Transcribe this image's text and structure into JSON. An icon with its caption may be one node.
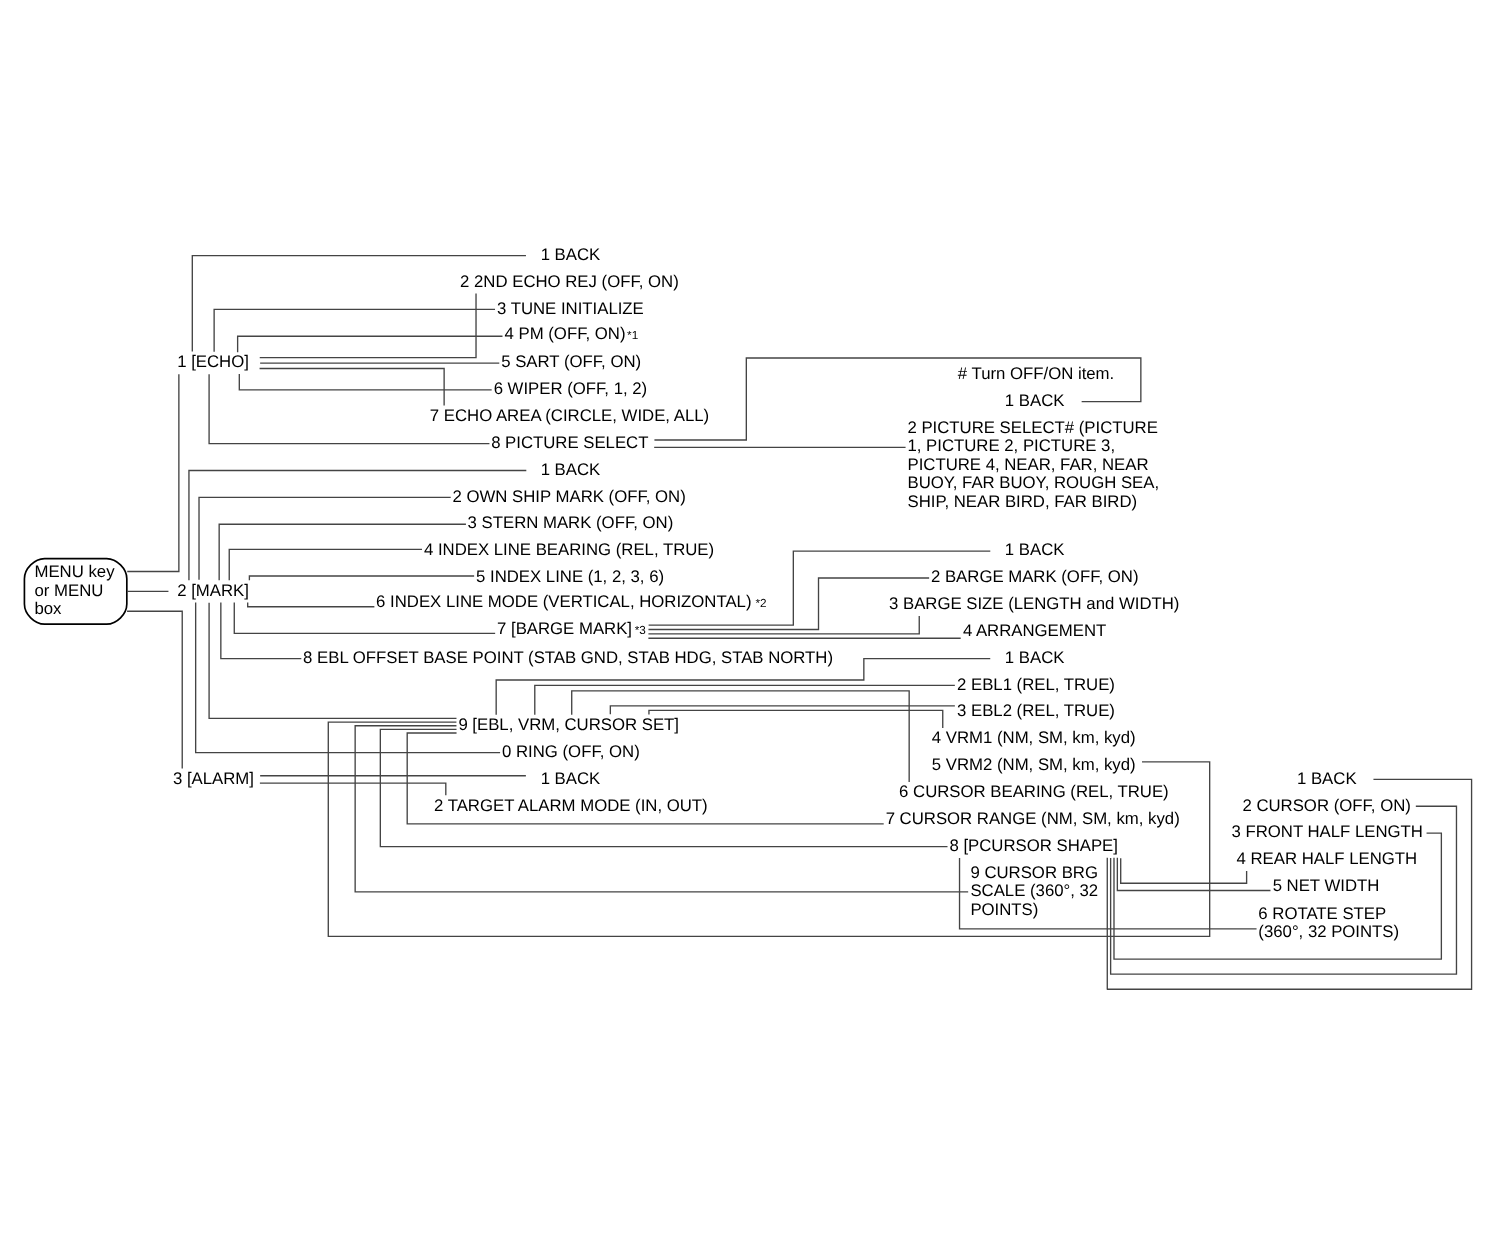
{
  "diagram": {
    "nodes": [
      {
        "text": [
          "MENU key or MENU box"
        ]
      },
      {
        "text": [
          "1 [ECHO]"
        ]
      },
      {
        "text": [
          "2 [MARK]"
        ]
      },
      {
        "text": [
          "3 [ALARM]"
        ]
      },
      {
        "text": [
          "1 BACK"
        ]
      },
      {
        "text": [
          "2 2ND ECHO REJ (OFF, ON)"
        ]
      },
      {
        "text": [
          "3 TUNE INITIALIZE"
        ]
      },
      {
        "text": [
          "4 PM (OFF, ON)$^{*1}$"
        ]
      },
      {
        "text": [
          "5 SART (OFF, ON)"
        ]
      },
      {
        "text": [
          "6 WIPER (OFF, 1, 2)"
        ]
      },
      {
        "text": [
          "7 ECHO AREA (CIRCLE, WIDE, ALL)"
        ]
      },
      {
        "text": [
          "8 PICTURE SELECT"
        ]
      },
      {
        "text": [
          "1 BACK"
        ]
      },
      {
        "text": [
          "2 PICTURE SELECT# (PICTURE 1, PICTURE 2, PICTURE 3, PICTURE 4, NEAR, FAR, NEAR BUOY, FAR BUOY, ROUGH SEA, SHIP, NEAR BIRD, FAR BIRD)"
        ]
      },
      {
        "text": [
          "1 BACK"
        ]
      },
      {
        "text": [
          "2 OWN SHIP MARK (OFF, ON)"
        ]
      },
      {
        "text": [
          "3 STERN MARK (OFF, ON)"
        ]
      },
      {
        "text": [
          "4 INDEX LINE BEARING (REL, TRUE)"
        ]
      },
      {
        "text": [
          "5 INDEX LINE (1, 2, 3, 6)"
        ]
      },
      {
        "text": [
          "6 INDEX LINE MODE (VERTICAL, HORIZONTAL)$^{*2}$"
        ]
      },
      {
        "text": [
          "7 [BARGE MARK]$^{*3}$"
        ]
      },
      {
        "text": [
          "8 EBL OFFSET BASE POINT (STAB GND, STAB HDG, STAB NORTH)"
        ]
      },
      {
        "text": [
          "9 [EBL, VRM, CURSOR SET]"
        ]
      },
      {
        "text": [
          "0 RING (OFF, ON)"
        ]
      },
      {
        "text": [
          "1 BACK"
        ]
      },
      {
        "text": [
          "2 BARGE MARK (OFF, ON)"
        ]
      },
      {
        "text": [
          "3 BARGE SIZE (LENGTH and WIDTH)"
        ]
      },
      {
        "text": [
          "4 ARRANGEMENT"
        ]
      },
      {
        "text": [
          "1 BACK"
        ]
      },
      {
        "text": [
          "2 EBL1 (REL, TRUE)"
        ]
      },
      {
        "text": [
          "3 EBL2 (REL, TRUE)"
        ]
      },
      {
        "text": [
          "4 VRM1 (NM, SM, km, kyd)"
        ]
      },
      {
        "text": [
          "5 VRM2 (NM, SM, km, kyd)"
        ]
      },
      {
        "text": [
          "6 CURSOR BEARING (REL, TRUE)"
        ]
      },
      {
        "text": [
          "7 CURSOR RANGE (NM, SM, km, kyd)"
        ]
      },
      {
        "text": [
          "8 [PCURSOR SHAPE]"
        ]
      },
      {
        "text": [
          "9 CURSOR BRG SCALE (360°, 32 POINTS)"
        ]
      },
      {
        "text": [
          "1 BACK"
        ]
      },
      {
        "text": [
          "2 CURSOR (OFF, ON)"
        ]
      },
      {
        "text": [
          "3 FRONT HALF LENGTH"
        ]
      },
      {
        "text": [
          "4 REAR HALF LENGTH"
        ]
      },
      {
        "text": [
          "5 NET WIDTH"
        ]
      },
      {
        "text": [
          "6 ROTATE STEP (360°, 32 POINTS)"
        ]
      },
      {
        "text": [
          "1 BACK"
        ]
      },
      {
        "text": [
          "2 TARGET ALARM MODE (IN, OUT)"
        ]
      }
    ],
    "edges": [
      {
        "from": 0,
        "to": 1,
        "arrow": "none"
      },
      {
        "from": 0,
        "to": 2,
        "arrow": "none"
      },
      {
        "from": 0,
        "to": 3,
        "arrow": "none"
      },
      {
        "from": 1,
        "to": 4,
        "arrow": "none"
      },
      {
        "from": 1,
        "to": 5,
        "arrow": "none"
      },
      {
        "from": 1,
        "to": 6,
        "arrow": "none"
      },
      {
        "from": 1,
        "to": 7,
        "arrow": "none"
      },
      {
        "from": 1,
        "to": 8,
        "arrow": "none"
      },
      {
        "from": 1,
        "to": 9,
        "arrow": "none"
      },
      {
        "from": 1,
        "to": 10,
        "arrow": "none"
      },
      {
        "from": 1,
        "to": 11,
        "arrow": "none"
      },
      {
        "from": 11,
        "to": 12,
        "arrow": "none"
      },
      {
        "from": 11,
        "to": 13,
        "arrow": "none"
      },
      {
        "from": 2,
        "to": 14,
        "arrow": "none"
      },
      {
        "from": 2,
        "to": 15,
        "arrow": "none"
      },
      {
        "from": 2,
        "to": 16,
        "arrow": "none"
      },
      {
        "from": 2,
        "to": 17,
        "arrow": "none"
      },
      {
        "from": 2,
        "to": 18,
        "arrow": "none"
      },
      {
        "from": 2,
        "to": 19,
        "arrow": "none"
      },
      {
        "from": 2,
        "to": 20,
        "arrow": "none"
      },
      {
        "from": 2,
        "to": 21,
        "arrow": "none"
      },
      {
        "from": 2,
        "to": 22,
        "arrow": "none"
      },
      {
        "from": 2,
        "to": 23,
        "arrow": "none"
      },
      {
        "from": 20,
        "to": 24,
        "arrow": "none"
      },
      {
        "from": 20,
        "to": 25,
        "arrow": "none"
      },
      {
        "from": 20,
        "to": 26,
        "arrow": "none"
      },
      {
        "from": 20,
        "to": 27,
        "arrow": "none"
      },
      {
        "from": 22,
        "to": 28,
        "arrow": "none"
      },
      {
        "from": 22,
        "to": 29,
        "arrow": "none"
      },
      {
        "from": 22,
        "to": 30,
        "arrow": "none"
      },
      {
        "from": 22,
        "to": 31,
        "arrow": "none"
      },
      {
        "from": 22,
        "to": 32,
        "arrow": "none"
      },
      {
        "from": 22,
        "to": 33,
        "arrow": "none"
      },
      {
        "from": 22,
        "to": 34,
        "arrow": "none"
      },
      {
        "from": 22,
        "to": 35,
        "arrow": "none"
      },
      {
        "from": 22,
        "to": 36,
        "arrow": "none"
      },
      {
        "from": 35,
        "to": 37,
        "arrow": "none"
      },
      {
        "from": 35,
        "to": 38,
        "arrow": "none"
      },
      {
        "from": 35,
        "to": 39,
        "arrow": "none"
      },
      {
        "from": 35,
        "to": 40,
        "arrow": "none"
      },
      {
        "from": 35,
        "to": 41,
        "arrow": "none"
      },
      {
        "from": 35,
        "to": 42,
        "arrow": "none"
      },
      {
        "from": 3,
        "to": 43,
        "arrow": "none"
      },
      {
        "from": 3,
        "to": 44,
        "arrow": "none"
      }
    ],
    "labels": [
      "# Turn OFF/ON item."
    ]
  }
}
